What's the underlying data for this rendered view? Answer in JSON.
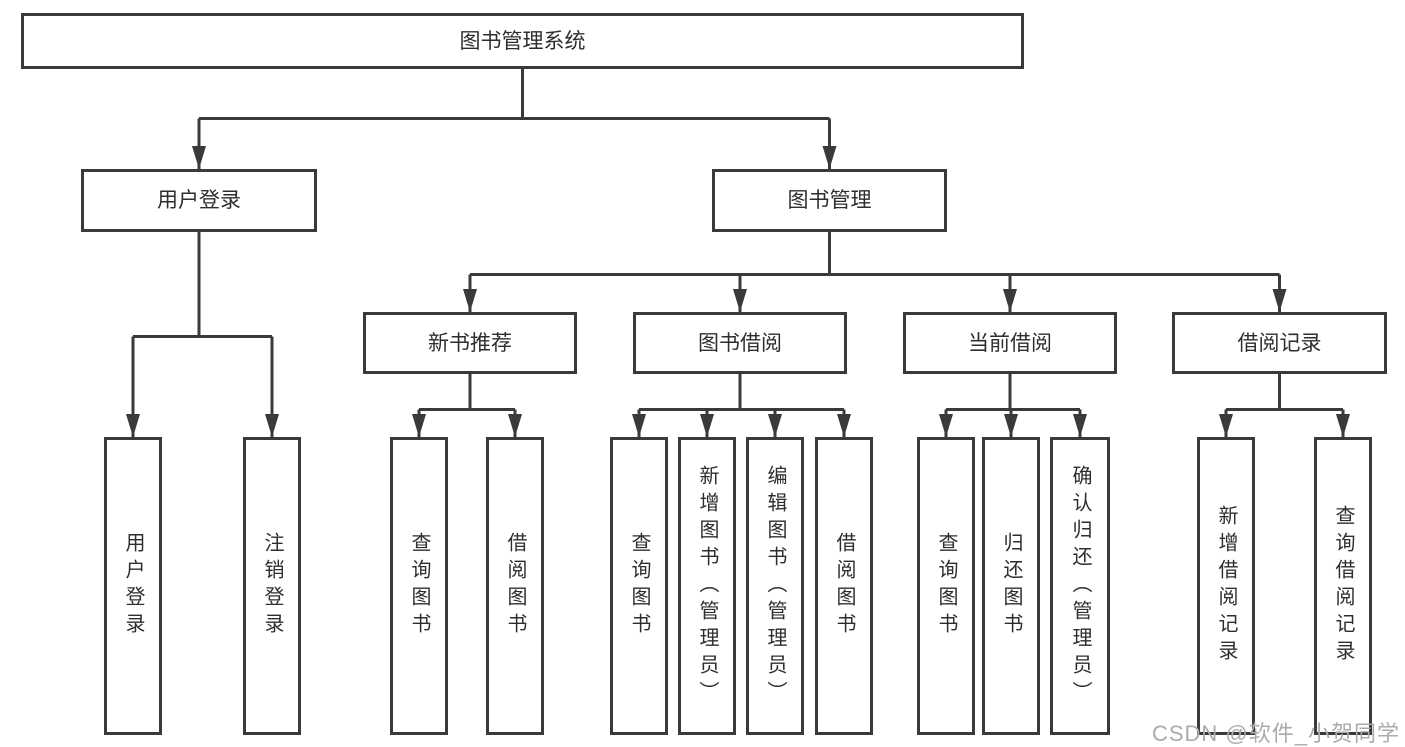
{
  "diagram": {
    "nodes": {
      "root": "图书管理系统",
      "user_login": "用户登录",
      "book_management": "图书管理",
      "new_book_recommend": "新书推荐",
      "book_borrowing": "图书借阅",
      "current_borrowing": "当前借阅",
      "borrowing_records": "借阅记录",
      "login": "用户登录",
      "logout": "注销登录",
      "rec_query_books": "查询图书",
      "rec_borrow_books": "借阅图书",
      "bb_query_books": "查询图书",
      "bb_add_books": "新增图书（管理员）",
      "bb_edit_books": "编辑图书（管理员）",
      "bb_borrow_books": "借阅图书",
      "cb_query_books": "查询图书",
      "cb_return_books": "归还图书",
      "cb_confirm_return": "确认归还（管理员）",
      "br_add_record": "新增借阅记录",
      "br_query_record": "查询借阅记录"
    },
    "hierarchy": {
      "root": [
        "user_login",
        "book_management"
      ],
      "user_login": [
        "login",
        "logout"
      ],
      "book_management": [
        "new_book_recommend",
        "book_borrowing",
        "current_borrowing",
        "borrowing_records"
      ],
      "new_book_recommend": [
        "rec_query_books",
        "rec_borrow_books"
      ],
      "book_borrowing": [
        "bb_query_books",
        "bb_add_books",
        "bb_edit_books",
        "bb_borrow_books"
      ],
      "current_borrowing": [
        "cb_query_books",
        "cb_return_books",
        "cb_confirm_return"
      ],
      "borrowing_records": [
        "br_add_record",
        "br_query_record"
      ]
    },
    "colors": {
      "line": "#3a3a3c",
      "text": "#2e2e30",
      "box_background": "#ffffff",
      "watermark": "#ababab"
    }
  },
  "watermark": "CSDN @软件_小贺同学"
}
